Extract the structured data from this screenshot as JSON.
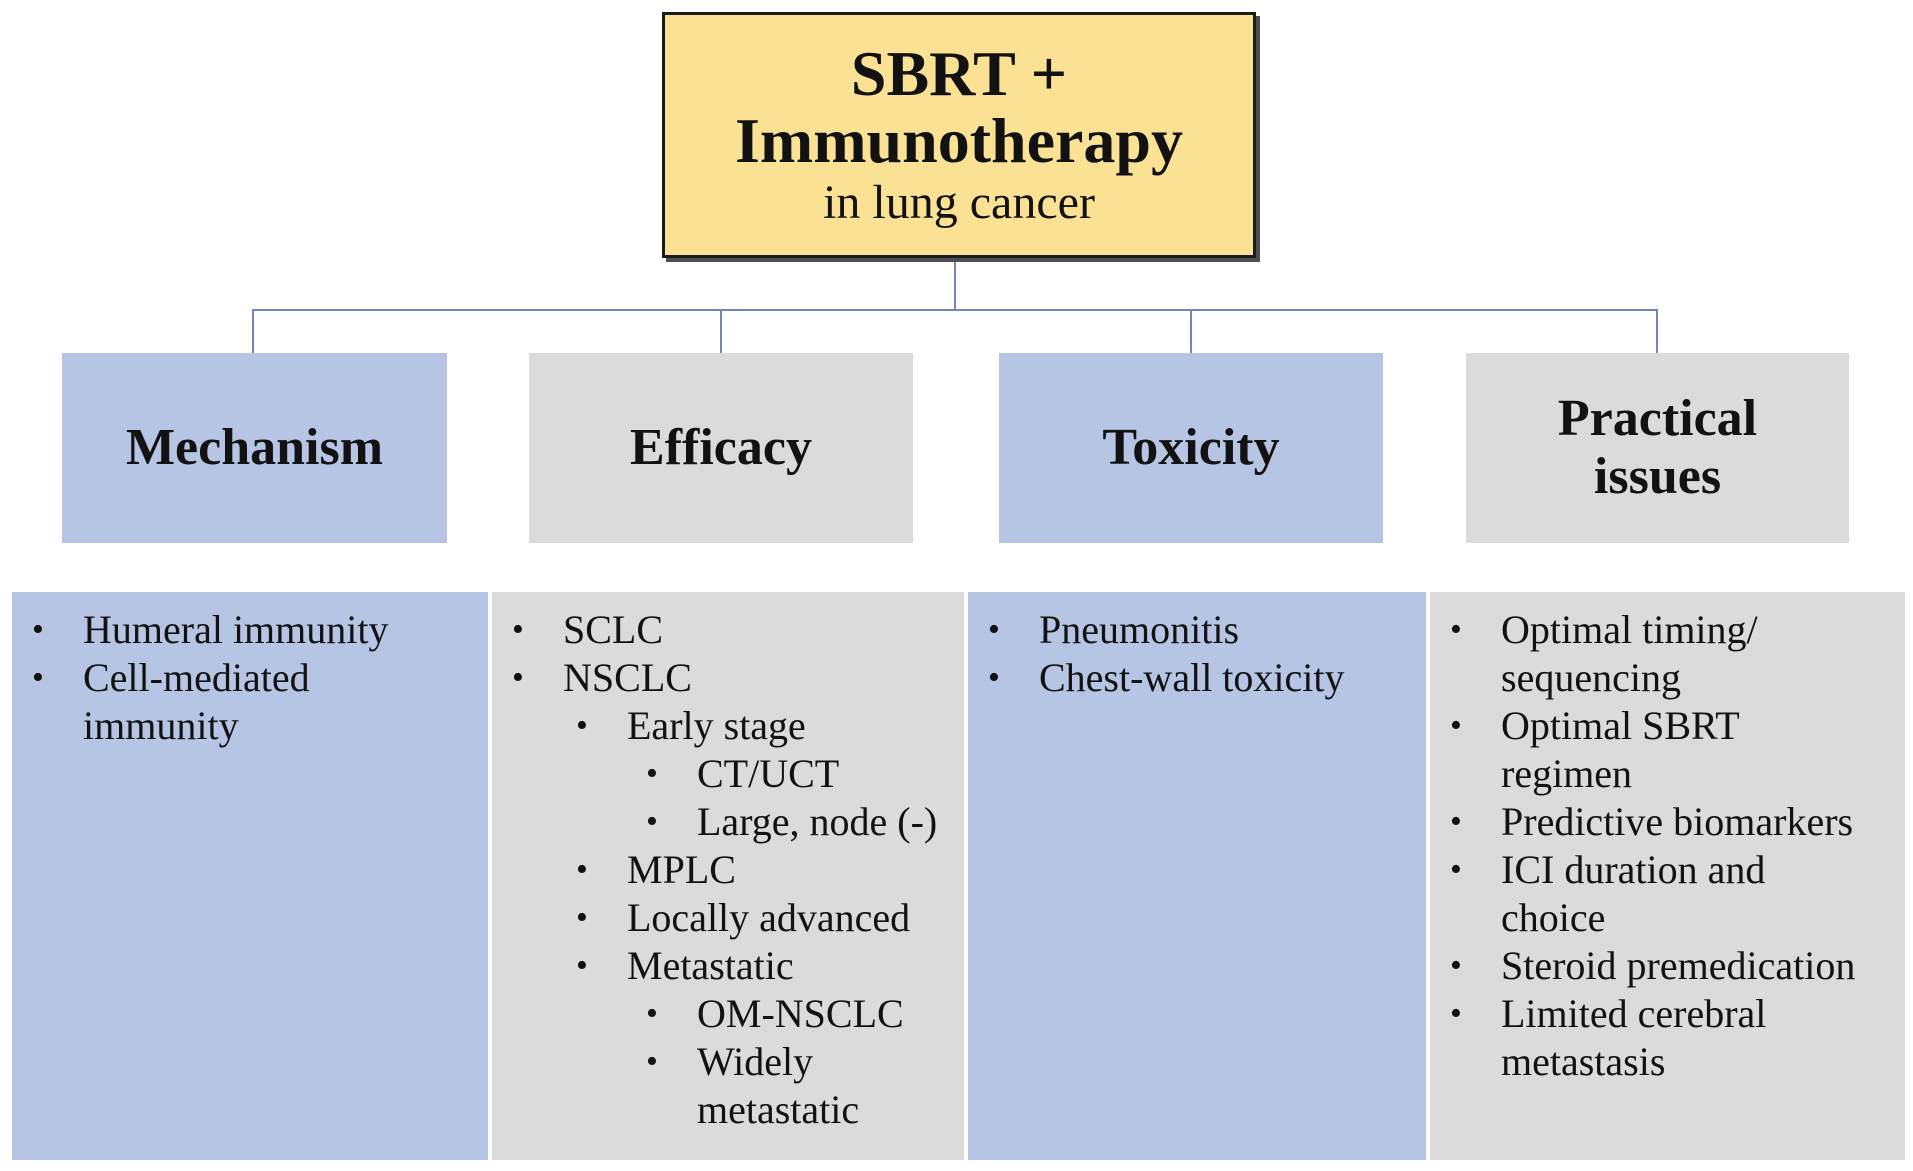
{
  "root": {
    "line1": "SBRT +",
    "line2": "Immunotherapy",
    "subtitle": "in lung cancer"
  },
  "branches": [
    {
      "label": "Mechanism",
      "theme": "blue",
      "items": [
        {
          "level": 1,
          "text": "Humeral immunity"
        },
        {
          "level": 1,
          "text": "Cell-mediated\nimmunity"
        }
      ]
    },
    {
      "label": "Efficacy",
      "theme": "gray",
      "items": [
        {
          "level": 1,
          "text": "SCLC"
        },
        {
          "level": 1,
          "text": "NSCLC"
        },
        {
          "level": 2,
          "text": "Early stage"
        },
        {
          "level": 3,
          "text": "CT/UCT"
        },
        {
          "level": 3,
          "text": "Large, node (-)"
        },
        {
          "level": 2,
          "text": "MPLC"
        },
        {
          "level": 2,
          "text": "Locally advanced"
        },
        {
          "level": 2,
          "text": "Metastatic"
        },
        {
          "level": 3,
          "text": "OM-NSCLC"
        },
        {
          "level": 3,
          "text": "Widely\nmetastatic"
        }
      ]
    },
    {
      "label": "Toxicity",
      "theme": "blue",
      "items": [
        {
          "level": 1,
          "text": "Pneumonitis"
        },
        {
          "level": 1,
          "text": "Chest-wall toxicity"
        }
      ]
    },
    {
      "label": "Practical issues",
      "theme": "gray",
      "items": [
        {
          "level": 1,
          "text": "Optimal timing/\nsequencing"
        },
        {
          "level": 1,
          "text": "Optimal SBRT\nregimen"
        },
        {
          "level": 1,
          "text": "Predictive biomarkers"
        },
        {
          "level": 1,
          "text": "ICI duration and\nchoice"
        },
        {
          "level": 1,
          "text": "Steroid premedication"
        },
        {
          "level": 1,
          "text": "Limited cerebral\nmetastasis"
        }
      ]
    }
  ],
  "colors": {
    "yellow": "#FAE194",
    "blue": "#B5C5E3",
    "gray": "#DBDBDB",
    "connector": "#7386BC",
    "border": "#1B1B1B",
    "ink": "#121212"
  },
  "bullet_glyph": "•"
}
